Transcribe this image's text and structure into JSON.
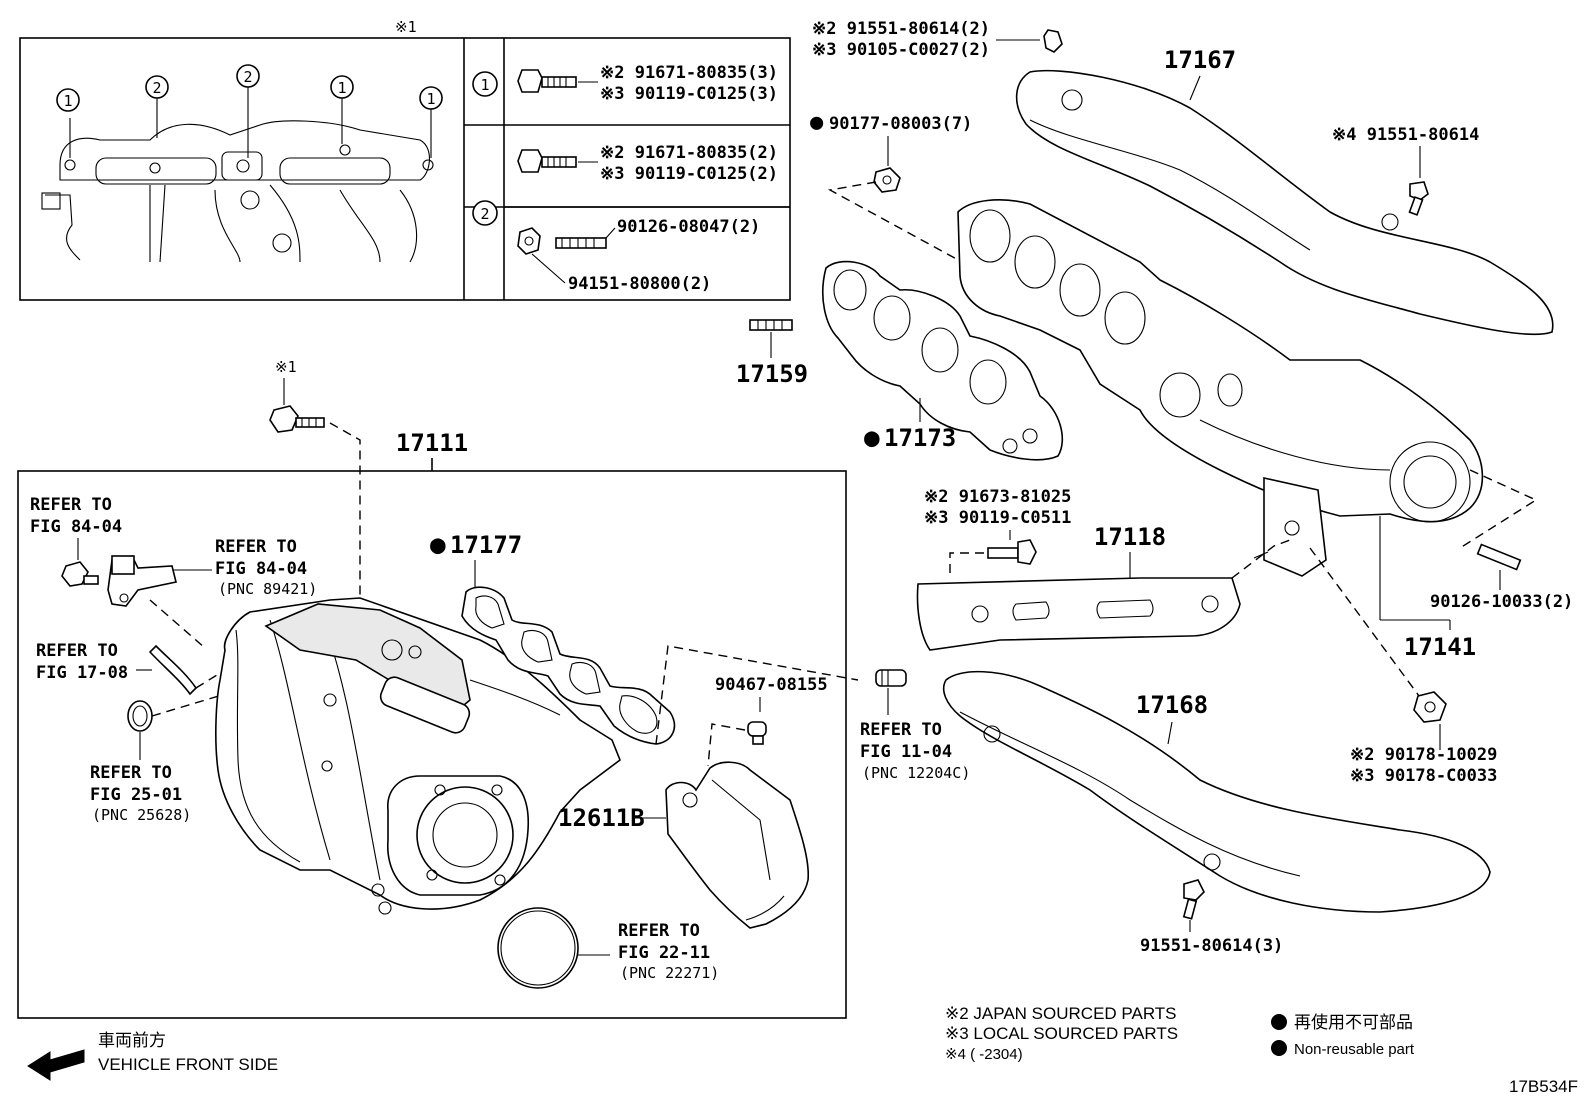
{
  "detail": {
    "title": "※1",
    "circle_labels": [
      "1",
      "2",
      "2",
      "1",
      "1"
    ],
    "row1": {
      "circle": "1",
      "line1": "※2 91671-80835(3)",
      "line2": "※3 90119-C0125(3)"
    },
    "row2": {
      "circle": "2",
      "line1": "※2 91671-80835(2)",
      "line2": "※3 90119-C0125(2)"
    },
    "row3": {
      "stud": "90126-08047(2)",
      "nut": "94151-80800(2)"
    }
  },
  "labels": {
    "top_bolt_1": "※2 91551-80614(2)",
    "top_bolt_2": "※3 90105-C0027(2)",
    "nut_90177": "90177-08003(7)",
    "p17167": "17167",
    "bolt_sx4_top": "※4 91551-80614",
    "p17159": "17159",
    "p17173": "17173",
    "bolt_sx1": "※1",
    "p17111": "17111",
    "refer_fig84_a_1": "REFER TO",
    "refer_fig84_a_2": "FIG 84-04",
    "refer_fig84_b_1": "REFER TO",
    "refer_fig84_b_2": "FIG 84-04",
    "refer_fig84_b_3": "(PNC 89421)",
    "p17177": "17177",
    "refer_fig17_1": "REFER TO",
    "refer_fig17_2": "FIG 17-08",
    "refer_fig25_1": "REFER TO",
    "refer_fig25_2": "FIG 25-01",
    "refer_fig25_3": "(PNC 25628)",
    "p90467": "90467-08155",
    "p12611B": "12611B",
    "refer_fig22_1": "REFER TO",
    "refer_fig22_2": "FIG 22-11",
    "refer_fig22_3": "(PNC 22271)",
    "refer_fig11_1": "REFER TO",
    "refer_fig11_2": "FIG 11-04",
    "refer_fig11_3": "(PNC 12204C)",
    "bolt_17118_1": "※2 91673-81025",
    "bolt_17118_2": "※3 90119-C0511",
    "p17118": "17118",
    "p90126_10033": "90126-10033(2)",
    "p17141": "17141",
    "nut_90178_1": "※2 90178-10029",
    "nut_90178_2": "※3 90178-C0033",
    "p17168": "17168",
    "bolt_bottom": "91551-80614(3)"
  },
  "legend": {
    "sx2": "※2  JAPAN SOURCED PARTS",
    "sx3": "※3  LOCAL SOURCED PARTS",
    "sx4": "※4 (       -2304)",
    "nonreuse_jp": "再使用不可部品",
    "nonreuse_en": "Non-reusable part"
  },
  "direction": {
    "jp": "車両前方",
    "en": "VEHICLE FRONT SIDE"
  },
  "figure_code": "17B534F"
}
